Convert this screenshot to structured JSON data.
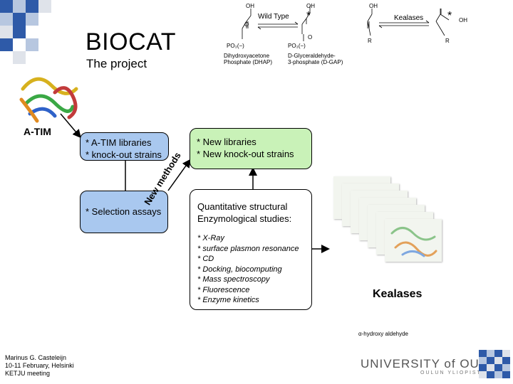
{
  "slide": {
    "title": "BIOCAT",
    "subtitle": "The project"
  },
  "reaction": {
    "wild_type_label": "Wild Type",
    "kealases_label": "Kealases",
    "star": "*",
    "oh_1": "OH",
    "oh_2": "OH",
    "oh_3": "OH",
    "o_1": "O",
    "o_2": "O",
    "r_1": "R",
    "r_2": "R",
    "dhap_po": "PO₃(−)",
    "dhap_name_1": "Dihydroxyacetone",
    "dhap_name_2": "Phosphate (DHAP)",
    "gap_po": "PO₃(−)",
    "gap_name_1": "D-Glyceraldehyde-",
    "gap_name_2": "3-phosphate (D-GAP)"
  },
  "protein_label": "A-TIM",
  "boxes": {
    "atim_line1": "* A-TIM libraries",
    "atim_line2": "* knock-out strains",
    "new_line1": "* New libraries",
    "new_line2": "* New knock-out strains",
    "selection": "* Selection assays",
    "new_methods": "New methods",
    "structural_line1": "Quantitative structural",
    "structural_line2": "Enzymological studies:",
    "methods": [
      "* X-Ray",
      "* surface plasmon resonance",
      "* CD",
      "* Docking, biocomputing",
      "* Mass spectroscopy",
      "* Fluorescence",
      "* Enzyme kinetics"
    ]
  },
  "kealases_title": "Kealases",
  "hydroxy_caption": "α-hydroxy aldehyde",
  "footer": {
    "line1": "Marinus G. Casteleijn",
    "line2": "10-11 February, Helsinki",
    "line3": "KETJU meeting"
  },
  "university": {
    "name": "UNIVERSITY of OULU",
    "finnish": "OULUN YLIOPISTO"
  },
  "colors": {
    "blue_box": "#a9c8ef",
    "green_box": "#c9f2b8",
    "deco_blue": "#2e5aa8",
    "deco_light": "#b7c7e0"
  }
}
